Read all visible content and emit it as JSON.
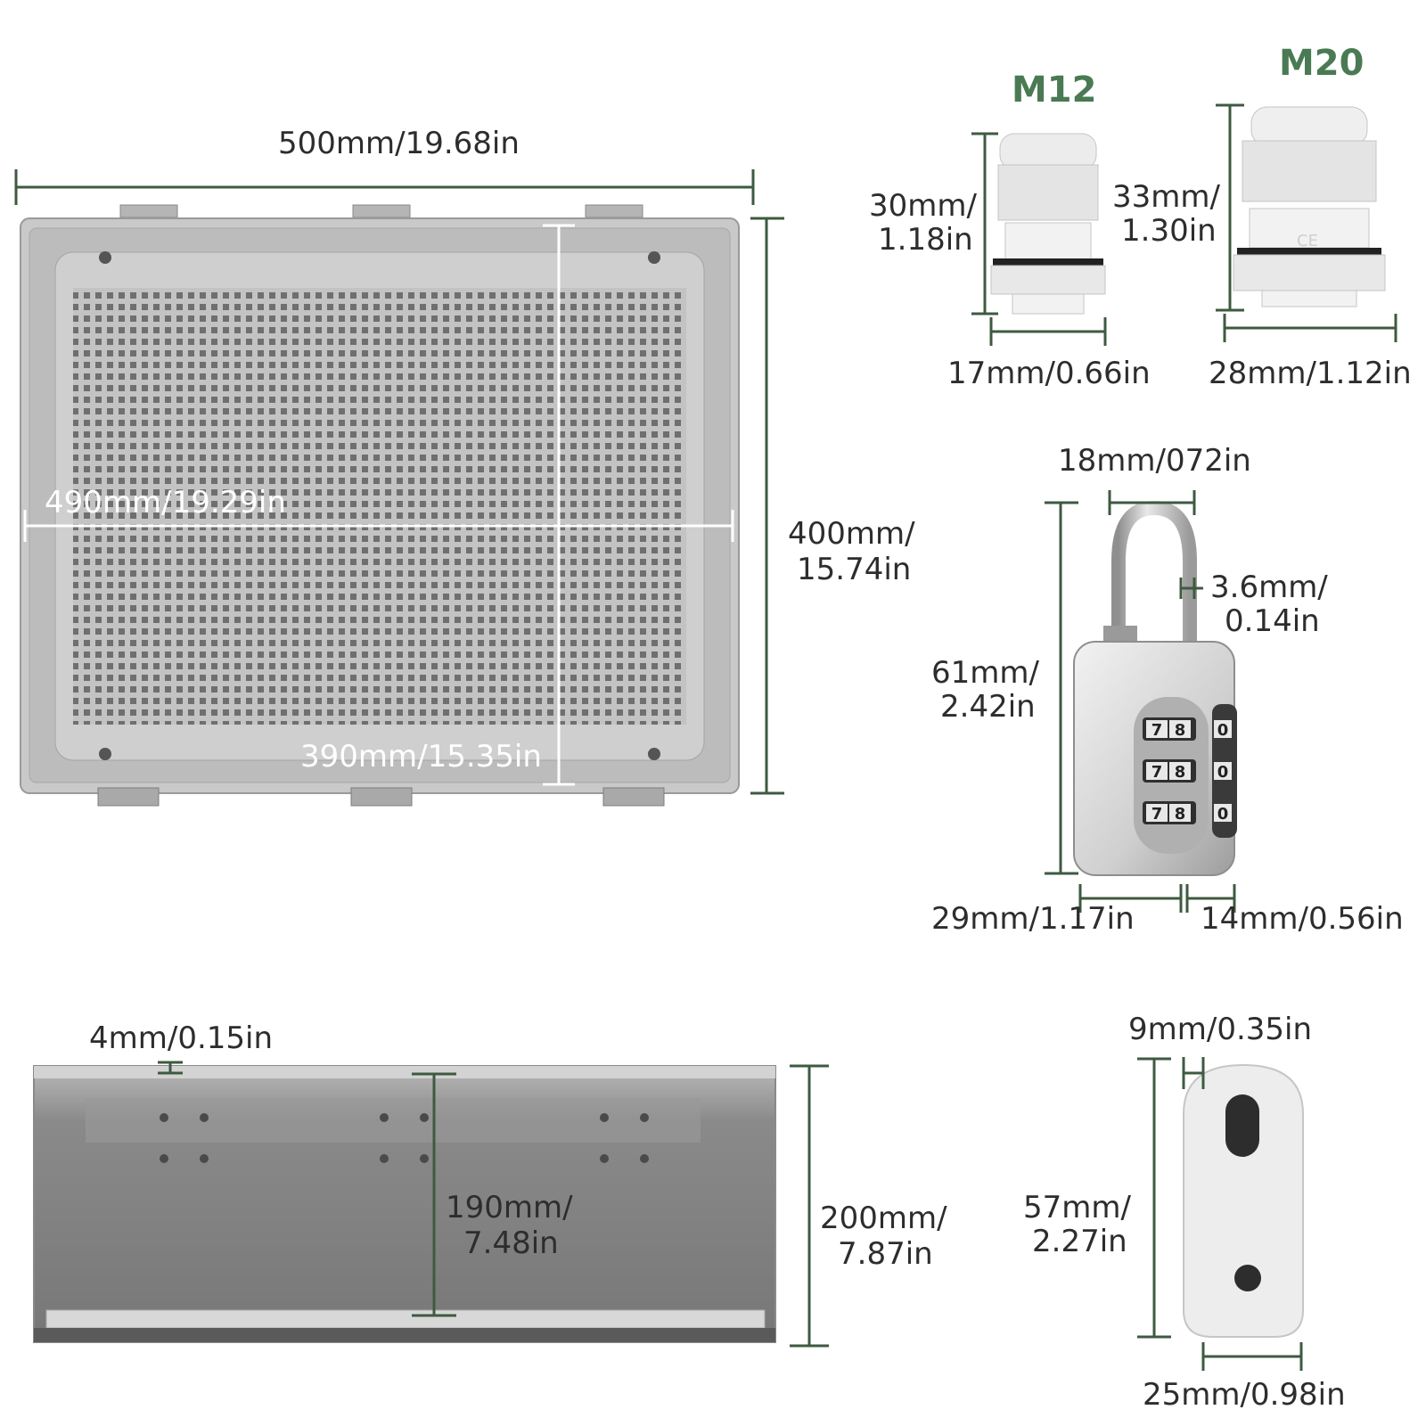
{
  "colors": {
    "dimension_line": "#3e5a40",
    "title_green": "#4a7a53",
    "box_gray": "#c7c7c7",
    "box_dark": "#7e7e7e",
    "white_part": "#f1f1f1"
  },
  "enclosure_front": {
    "width_label": "500mm/19.68in",
    "inner_width_label": "490mm/19.29in",
    "height_label_line1": "400mm/",
    "height_label_line2": "15.74in",
    "inner_height_label": "390mm/15.35in"
  },
  "enclosure_side": {
    "wall_label": "4mm/0.15in",
    "inner_depth_line1": "190mm/",
    "inner_depth_line2": "7.48in",
    "depth_line1": "200mm/",
    "depth_line2": "7.87in"
  },
  "gland_m12": {
    "title": "M12",
    "height_line1": "30mm/",
    "height_line2": "1.18in",
    "width_label": "17mm/0.66in"
  },
  "gland_m20": {
    "title": "M20",
    "height_line1": "33mm/",
    "height_line2": "1.30in",
    "width_label": "28mm/1.12in",
    "ce_mark": "CE"
  },
  "padlock": {
    "shackle_width": "18mm/072in",
    "shackle_thick_line1": "3.6mm/",
    "shackle_thick_line2": "0.14in",
    "height_line1": "61mm/",
    "height_line2": "2.42in",
    "body_width": "29mm/1.17in",
    "body_depth": "14mm/0.56in",
    "dial_digits": [
      "7",
      "8",
      "0"
    ]
  },
  "bracket": {
    "thickness": "9mm/0.35in",
    "height_line1": "57mm/",
    "height_line2": "2.27in",
    "width": "25mm/0.98in"
  }
}
